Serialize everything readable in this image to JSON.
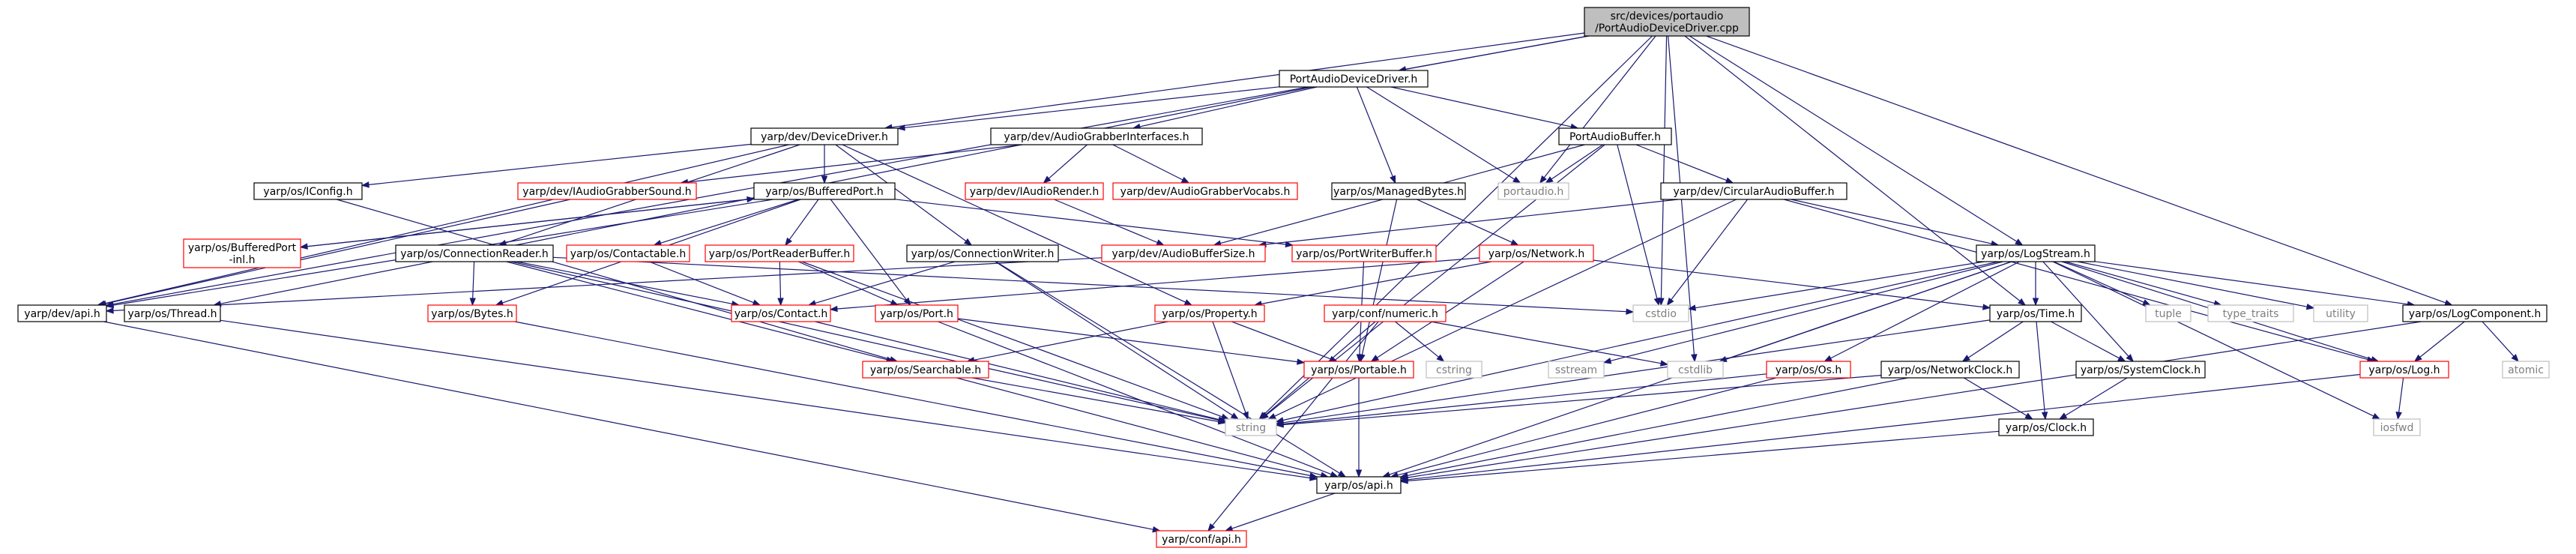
{
  "colors": {
    "edge": "#191970",
    "root_fill": "#bfbfbf",
    "root_stroke": "#000000",
    "doc_stroke": "#000000",
    "undoc_stroke": "#ff0000",
    "ext_stroke": "#bfbfbf",
    "ext_text": "#7f7f7f",
    "text": "#000000"
  },
  "nodes": [
    {
      "id": "root",
      "lines": [
        "src/devices/portaudio",
        "/PortAudioDeviceDriver.cpp"
      ],
      "kind": "root"
    },
    {
      "id": "padd_h",
      "lines": [
        "PortAudioDeviceDriver.h"
      ],
      "kind": "doc"
    },
    {
      "id": "devdriver",
      "lines": [
        "yarp/dev/DeviceDriver.h"
      ],
      "kind": "doc"
    },
    {
      "id": "agi",
      "lines": [
        "yarp/dev/AudioGrabberInterfaces.h"
      ],
      "kind": "doc"
    },
    {
      "id": "pabuf",
      "lines": [
        "PortAudioBuffer.h"
      ],
      "kind": "doc"
    },
    {
      "id": "iconfig",
      "lines": [
        "yarp/os/IConfig.h"
      ],
      "kind": "doc"
    },
    {
      "id": "iags",
      "lines": [
        "yarp/dev/IAudioGrabberSound.h"
      ],
      "kind": "undoc"
    },
    {
      "id": "bufport",
      "lines": [
        "yarp/os/BufferedPort.h"
      ],
      "kind": "doc"
    },
    {
      "id": "iar",
      "lines": [
        "yarp/dev/IAudioRender.h"
      ],
      "kind": "undoc"
    },
    {
      "id": "agvocabs",
      "lines": [
        "yarp/dev/AudioGrabberVocabs.h"
      ],
      "kind": "undoc"
    },
    {
      "id": "managed",
      "lines": [
        "yarp/os/ManagedBytes.h"
      ],
      "kind": "doc"
    },
    {
      "id": "portaudio",
      "lines": [
        "portaudio.h"
      ],
      "kind": "ext"
    },
    {
      "id": "circbuf",
      "lines": [
        "yarp/dev/CircularAudioBuffer.h"
      ],
      "kind": "doc"
    },
    {
      "id": "bufport_inl",
      "lines": [
        "yarp/os/BufferedPort",
        "-inl.h"
      ],
      "kind": "undoc"
    },
    {
      "id": "connreader",
      "lines": [
        "yarp/os/ConnectionReader.h"
      ],
      "kind": "doc"
    },
    {
      "id": "contactable",
      "lines": [
        "yarp/os/Contactable.h"
      ],
      "kind": "undoc"
    },
    {
      "id": "prb",
      "lines": [
        "yarp/os/PortReaderBuffer.h"
      ],
      "kind": "undoc"
    },
    {
      "id": "connwriter",
      "lines": [
        "yarp/os/ConnectionWriter.h"
      ],
      "kind": "doc"
    },
    {
      "id": "absize",
      "lines": [
        "yarp/dev/AudioBufferSize.h"
      ],
      "kind": "undoc"
    },
    {
      "id": "pwb",
      "lines": [
        "yarp/os/PortWriterBuffer.h"
      ],
      "kind": "undoc"
    },
    {
      "id": "network",
      "lines": [
        "yarp/os/Network.h"
      ],
      "kind": "undoc"
    },
    {
      "id": "logstream",
      "lines": [
        "yarp/os/LogStream.h"
      ],
      "kind": "doc"
    },
    {
      "id": "devapi",
      "lines": [
        "yarp/dev/api.h"
      ],
      "kind": "doc"
    },
    {
      "id": "thread",
      "lines": [
        "yarp/os/Thread.h"
      ],
      "kind": "doc"
    },
    {
      "id": "bytes",
      "lines": [
        "yarp/os/Bytes.h"
      ],
      "kind": "undoc"
    },
    {
      "id": "contact",
      "lines": [
        "yarp/os/Contact.h"
      ],
      "kind": "undoc"
    },
    {
      "id": "port",
      "lines": [
        "yarp/os/Port.h"
      ],
      "kind": "undoc"
    },
    {
      "id": "property",
      "lines": [
        "yarp/os/Property.h"
      ],
      "kind": "undoc"
    },
    {
      "id": "numeric",
      "lines": [
        "yarp/conf/numeric.h"
      ],
      "kind": "undoc"
    },
    {
      "id": "cstdio",
      "lines": [
        "cstdio"
      ],
      "kind": "ext"
    },
    {
      "id": "time",
      "lines": [
        "yarp/os/Time.h"
      ],
      "kind": "doc"
    },
    {
      "id": "tuple",
      "lines": [
        "tuple"
      ],
      "kind": "ext"
    },
    {
      "id": "type_traits",
      "lines": [
        "type_traits"
      ],
      "kind": "ext"
    },
    {
      "id": "utility",
      "lines": [
        "utility"
      ],
      "kind": "ext"
    },
    {
      "id": "logcomp",
      "lines": [
        "yarp/os/LogComponent.h"
      ],
      "kind": "doc"
    },
    {
      "id": "searchable",
      "lines": [
        "yarp/os/Searchable.h"
      ],
      "kind": "undoc"
    },
    {
      "id": "portable",
      "lines": [
        "yarp/os/Portable.h"
      ],
      "kind": "undoc"
    },
    {
      "id": "cstring",
      "lines": [
        "cstring"
      ],
      "kind": "ext"
    },
    {
      "id": "sstream",
      "lines": [
        "sstream"
      ],
      "kind": "ext"
    },
    {
      "id": "cstdlib",
      "lines": [
        "cstdlib"
      ],
      "kind": "ext"
    },
    {
      "id": "os_h",
      "lines": [
        "yarp/os/Os.h"
      ],
      "kind": "undoc"
    },
    {
      "id": "netclock",
      "lines": [
        "yarp/os/NetworkClock.h"
      ],
      "kind": "doc"
    },
    {
      "id": "sysclock",
      "lines": [
        "yarp/os/SystemClock.h"
      ],
      "kind": "doc"
    },
    {
      "id": "log",
      "lines": [
        "yarp/os/Log.h"
      ],
      "kind": "undoc"
    },
    {
      "id": "atomic",
      "lines": [
        "atomic"
      ],
      "kind": "ext"
    },
    {
      "id": "string",
      "lines": [
        "string"
      ],
      "kind": "ext"
    },
    {
      "id": "clock",
      "lines": [
        "yarp/os/Clock.h"
      ],
      "kind": "doc"
    },
    {
      "id": "iosfwd",
      "lines": [
        "iosfwd"
      ],
      "kind": "ext"
    },
    {
      "id": "osapi",
      "lines": [
        "yarp/os/api.h"
      ],
      "kind": "doc"
    },
    {
      "id": "confapi",
      "lines": [
        "yarp/conf/api.h"
      ],
      "kind": "undoc"
    }
  ],
  "edges": [
    [
      "root",
      "padd_h"
    ],
    [
      "root",
      "devdriver"
    ],
    [
      "root",
      "devapi"
    ],
    [
      "root",
      "portaudio"
    ],
    [
      "root",
      "cstdio"
    ],
    [
      "root",
      "cstdlib"
    ],
    [
      "root",
      "time"
    ],
    [
      "root",
      "logstream"
    ],
    [
      "root",
      "logcomp"
    ],
    [
      "root",
      "string"
    ],
    [
      "padd_h",
      "devdriver"
    ],
    [
      "padd_h",
      "agi"
    ],
    [
      "padd_h",
      "pabuf"
    ],
    [
      "padd_h",
      "portaudio"
    ],
    [
      "padd_h",
      "managed"
    ],
    [
      "padd_h",
      "thread"
    ],
    [
      "devdriver",
      "iconfig"
    ],
    [
      "devdriver",
      "bufport"
    ],
    [
      "devdriver",
      "connreader"
    ],
    [
      "devdriver",
      "connwriter"
    ],
    [
      "devdriver",
      "devapi"
    ],
    [
      "devdriver",
      "property"
    ],
    [
      "agi",
      "iags"
    ],
    [
      "agi",
      "iar"
    ],
    [
      "agi",
      "agvocabs"
    ],
    [
      "pabuf",
      "portaudio"
    ],
    [
      "pabuf",
      "circbuf"
    ],
    [
      "pabuf",
      "cstdio"
    ],
    [
      "pabuf",
      "absize"
    ],
    [
      "pabuf",
      "string"
    ],
    [
      "iconfig",
      "searchable"
    ],
    [
      "iags",
      "devapi"
    ],
    [
      "bufport",
      "bufport_inl"
    ],
    [
      "bufport",
      "contactable"
    ],
    [
      "bufport",
      "prb"
    ],
    [
      "bufport",
      "port"
    ],
    [
      "bufport",
      "pwb"
    ],
    [
      "bufport",
      "bytes"
    ],
    [
      "bufport",
      "devapi"
    ],
    [
      "iar",
      "absize"
    ],
    [
      "managed",
      "network"
    ],
    [
      "managed",
      "portable"
    ],
    [
      "circbuf",
      "absize"
    ],
    [
      "circbuf",
      "logstream"
    ],
    [
      "circbuf",
      "cstdio"
    ],
    [
      "circbuf",
      "log"
    ],
    [
      "circbuf",
      "string"
    ],
    [
      "bufport_inl",
      "bufport"
    ],
    [
      "connreader",
      "bytes"
    ],
    [
      "connreader",
      "contact"
    ],
    [
      "connreader",
      "searchable"
    ],
    [
      "connreader",
      "cstdio"
    ],
    [
      "connreader",
      "string"
    ],
    [
      "contactable",
      "contact"
    ],
    [
      "prb",
      "contact"
    ],
    [
      "prb",
      "port"
    ],
    [
      "prb",
      "string"
    ],
    [
      "connwriter",
      "contact"
    ],
    [
      "connwriter",
      "string"
    ],
    [
      "connwriter",
      "osapi"
    ],
    [
      "absize",
      "devapi"
    ],
    [
      "pwb",
      "portable"
    ],
    [
      "network",
      "contact"
    ],
    [
      "network",
      "property"
    ],
    [
      "network",
      "portable"
    ],
    [
      "network",
      "time"
    ],
    [
      "logstream",
      "cstdio"
    ],
    [
      "logstream",
      "tuple"
    ],
    [
      "logstream",
      "type_traits"
    ],
    [
      "logstream",
      "utility"
    ],
    [
      "logstream",
      "logcomp"
    ],
    [
      "logstream",
      "log"
    ],
    [
      "logstream",
      "time"
    ],
    [
      "logstream",
      "os_h"
    ],
    [
      "logstream",
      "sstream"
    ],
    [
      "logstream",
      "cstdlib"
    ],
    [
      "logstream",
      "string"
    ],
    [
      "logstream",
      "iosfwd"
    ],
    [
      "logstream",
      "sysclock"
    ],
    [
      "logstream",
      "osapi"
    ],
    [
      "devapi",
      "confapi"
    ],
    [
      "thread",
      "osapi"
    ],
    [
      "bytes",
      "osapi"
    ],
    [
      "contact",
      "string"
    ],
    [
      "port",
      "portable"
    ],
    [
      "port",
      "osapi"
    ],
    [
      "property",
      "searchable"
    ],
    [
      "property",
      "portable"
    ],
    [
      "property",
      "string"
    ],
    [
      "numeric",
      "cstring"
    ],
    [
      "numeric",
      "cstdlib"
    ],
    [
      "numeric",
      "string"
    ],
    [
      "numeric",
      "confapi"
    ],
    [
      "time",
      "netclock"
    ],
    [
      "time",
      "sysclock"
    ],
    [
      "time",
      "clock"
    ],
    [
      "time",
      "string"
    ],
    [
      "logcomp",
      "log"
    ],
    [
      "logcomp",
      "atomic"
    ],
    [
      "logcomp",
      "osapi"
    ],
    [
      "searchable",
      "string"
    ],
    [
      "searchable",
      "osapi"
    ],
    [
      "portable",
      "osapi"
    ],
    [
      "os_h",
      "string"
    ],
    [
      "os_h",
      "osapi"
    ],
    [
      "netclock",
      "clock"
    ],
    [
      "netclock",
      "string"
    ],
    [
      "netclock",
      "osapi"
    ],
    [
      "sysclock",
      "clock"
    ],
    [
      "log",
      "iosfwd"
    ],
    [
      "log",
      "osapi"
    ],
    [
      "clock",
      "osapi"
    ],
    [
      "osapi",
      "confapi"
    ]
  ]
}
